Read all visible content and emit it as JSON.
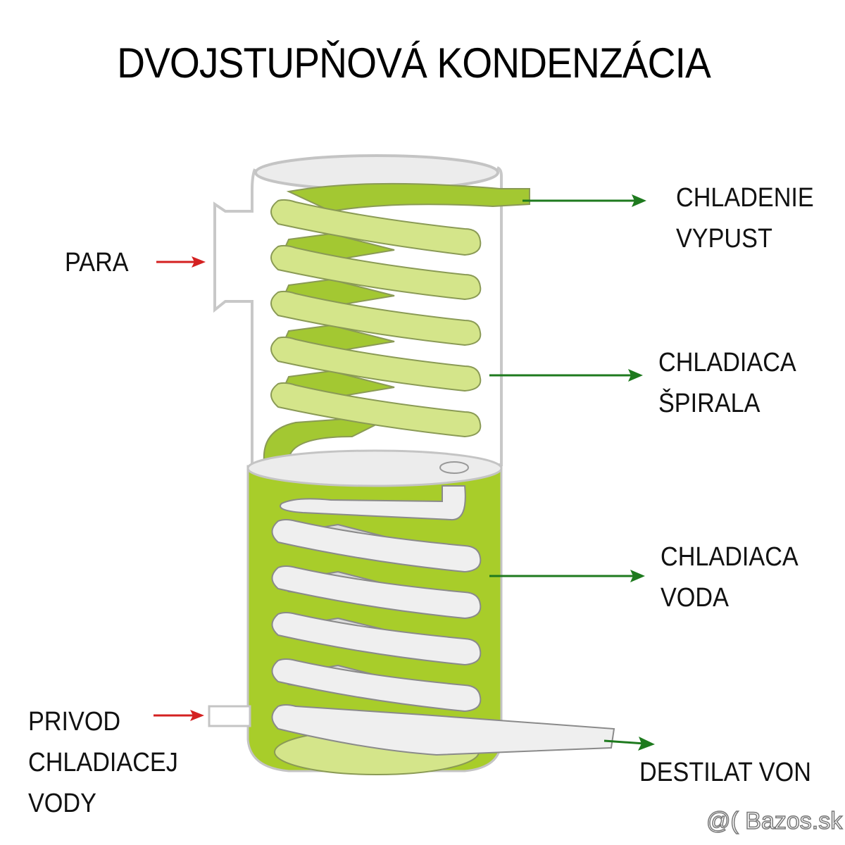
{
  "title": "DVOJSTUPŇOVÁ KONDENZÁCIA",
  "labels": {
    "para": "PARA",
    "chladenie_vypust": "CHLADENIE\nVYPUST",
    "chladiaca_spirala": "CHLADIACA\nŠPIRALA",
    "chladiaca_voda": "CHLADIACA\nVODA",
    "privod": "PRIVOD\nCHLADIACEJ\nVODY",
    "destilat": "DESTILAT VON"
  },
  "watermark": "@( Bazos.sk",
  "colors": {
    "input_arrow": "#d42020",
    "output_arrow": "#1e7a1e",
    "coil_light": "#d4e58a",
    "coil_dark": "#a3c832",
    "water": "#a8cd2a",
    "lower_coil": "#efefef",
    "outline": "#c4c4c4"
  }
}
